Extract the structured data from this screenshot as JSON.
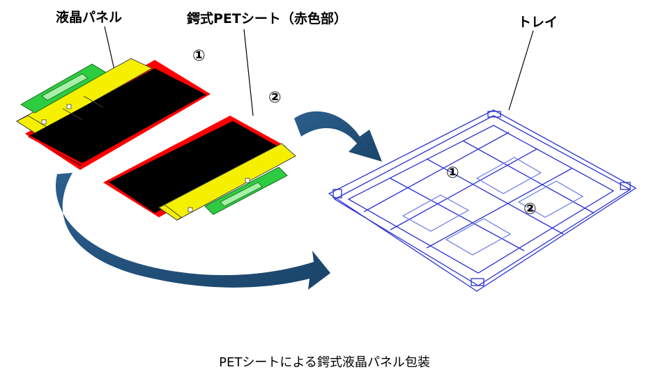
{
  "labels": {
    "panel": "液晶パネル",
    "pet_sheet": "鍔式PETシート（赤色部）",
    "tray": "トレイ"
  },
  "markers": {
    "one": "①",
    "two": "②"
  },
  "caption": "PETシートによる鍔式液晶パネル包装",
  "colors": {
    "panel_black": "#000000",
    "pet_red": "#ff0000",
    "frame_yellow": "#f5f000",
    "fpc_green": "#2ecc40",
    "arrow_navy": "#1f4f7a",
    "tray_blue": "#2a2fd0"
  }
}
